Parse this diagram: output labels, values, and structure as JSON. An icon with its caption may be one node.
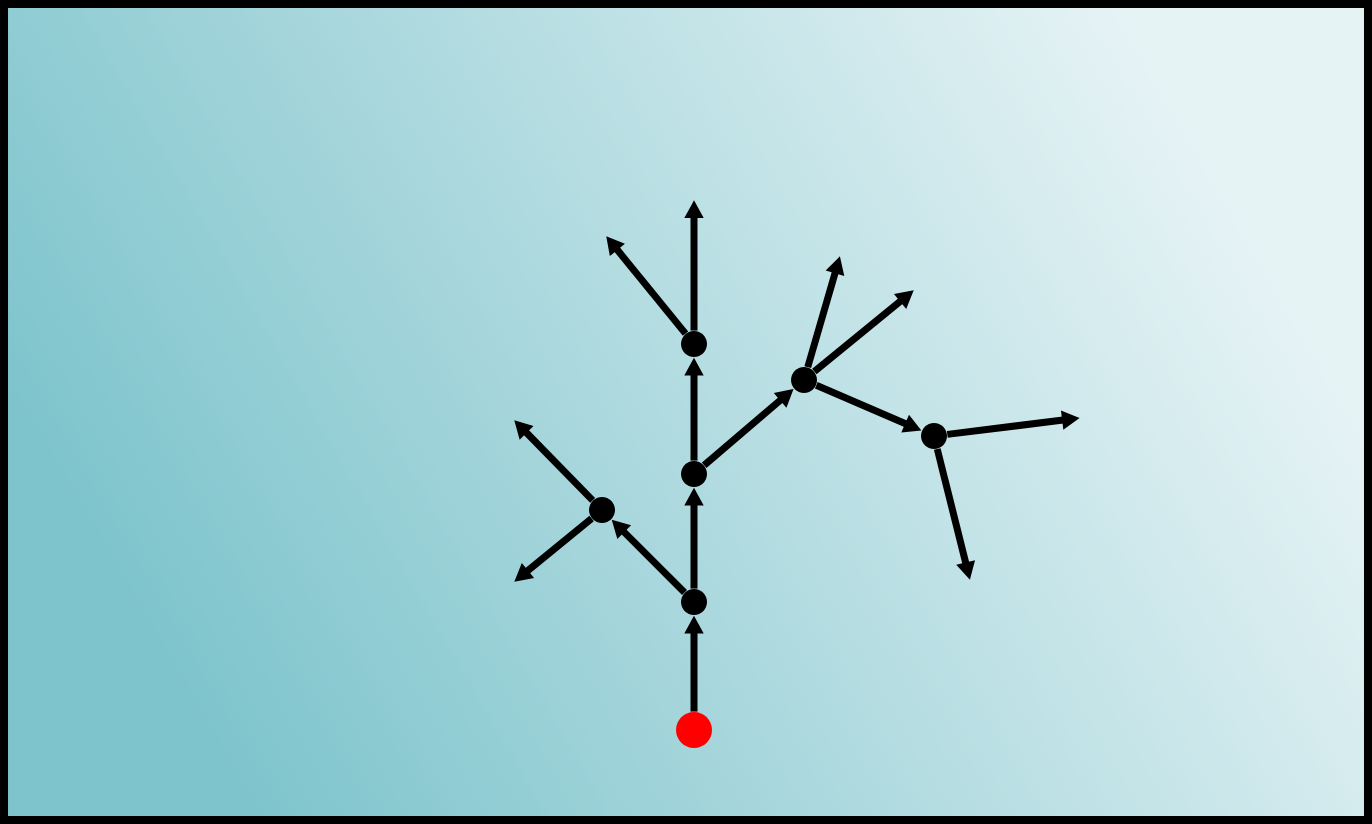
{
  "diagram": {
    "nodes": [
      {
        "text": [],
        "shape": "circle"
      },
      {
        "text": [],
        "shape": "circle"
      },
      {
        "text": [],
        "shape": "circle"
      },
      {
        "text": [],
        "shape": "circle"
      },
      {
        "text": [],
        "shape": "circle"
      },
      {
        "text": [],
        "shape": "circle"
      },
      {
        "text": [],
        "shape": "circle"
      }
    ],
    "edges": [
      {
        "from": 6,
        "to": 5,
        "arrow": "to"
      },
      {
        "from": 5,
        "to": 3,
        "arrow": "to"
      },
      {
        "from": 3,
        "to": 0,
        "arrow": "to"
      },
      {
        "from": 0,
        "to": null,
        "arrow": "to"
      },
      {
        "from": 0,
        "to": null,
        "arrow": "to"
      },
      {
        "from": 5,
        "to": 4,
        "arrow": "to"
      },
      {
        "from": 4,
        "to": null,
        "arrow": "to"
      },
      {
        "from": 4,
        "to": null,
        "arrow": "to"
      },
      {
        "from": 3,
        "to": 1,
        "arrow": "to"
      },
      {
        "from": 1,
        "to": null,
        "arrow": "to"
      },
      {
        "from": 1,
        "to": null,
        "arrow": "to"
      },
      {
        "from": 1,
        "to": 2,
        "arrow": "to"
      },
      {
        "from": 2,
        "to": null,
        "arrow": "to"
      },
      {
        "from": 2,
        "to": null,
        "arrow": "to"
      }
    ]
  }
}
